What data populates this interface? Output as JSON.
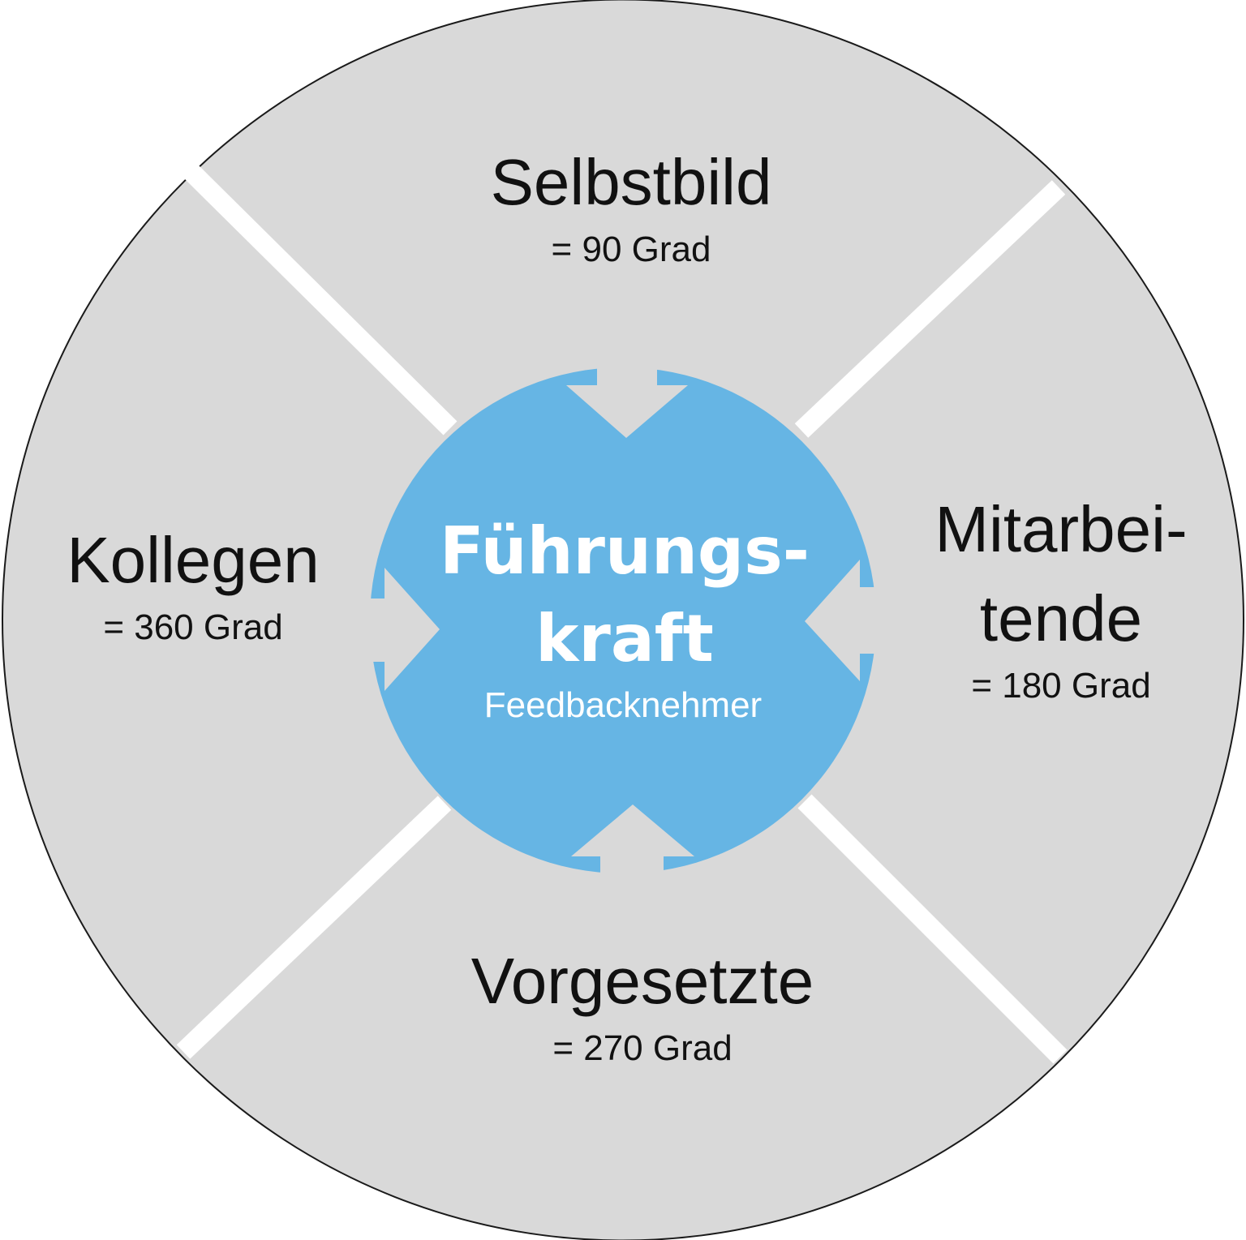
{
  "colors": {
    "segment_fill": "#d9d9d9",
    "divider": "#ffffff",
    "center_fill": "#66b5e4",
    "center_text": "#ffffff",
    "label_text": "#111111"
  },
  "center": {
    "title_line1": "Führungs-",
    "title_line2": "kraft",
    "subtitle": "Feedbacknehmer"
  },
  "segments": {
    "top": {
      "title": "Selbstbild",
      "subtitle": "= 90 Grad"
    },
    "right": {
      "title_line1": "Mitarbei-",
      "title_line2": "tende",
      "subtitle": "= 180 Grad"
    },
    "bottom": {
      "title": "Vorgesetzte",
      "subtitle": "= 270 Grad"
    },
    "left": {
      "title": "Kollegen",
      "subtitle": "= 360 Grad"
    }
  }
}
